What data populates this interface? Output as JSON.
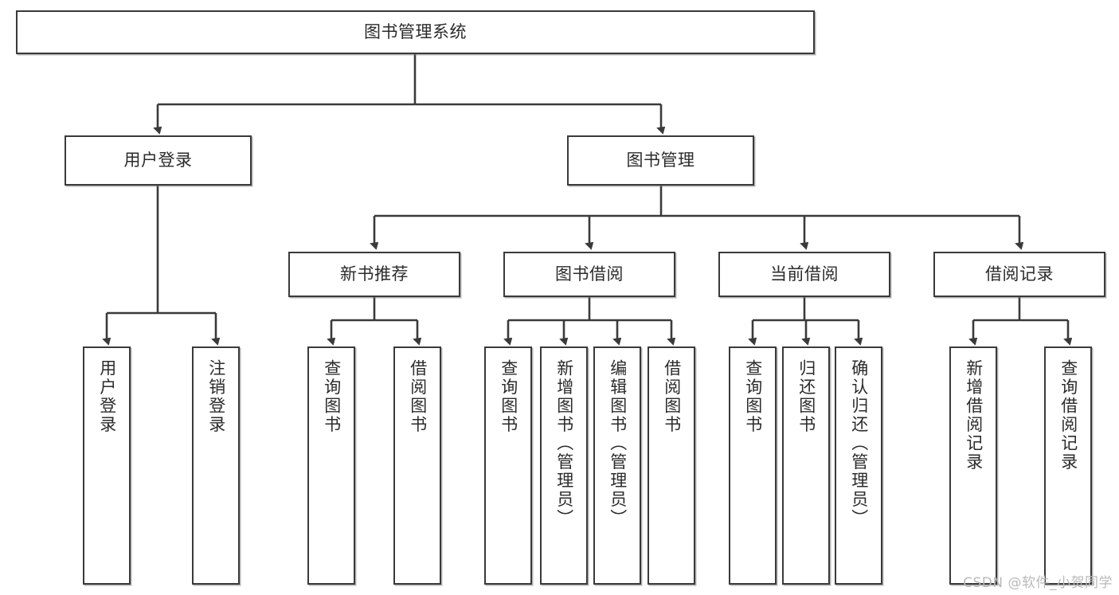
{
  "diagram": {
    "title": "图书管理系统",
    "type": "tree-hierarchy-chart",
    "orientation": "top-down",
    "colors": {
      "node_border": "#3a3a3a",
      "node_fill": "#ffffff",
      "edge": "#3a3a3a",
      "text": "#2b2b2b",
      "background": "#ffffff",
      "watermark": "#b9b9b9"
    }
  },
  "watermark": {
    "text": "CSDN @软件_小贺同学"
  },
  "nodes": {
    "root": {
      "label": "图书管理系统"
    },
    "level2": [
      {
        "label": "用户登录"
      },
      {
        "label": "图书管理"
      }
    ],
    "level3": [
      {
        "label": "新书推荐"
      },
      {
        "label": "图书借阅"
      },
      {
        "label": "当前借阅"
      },
      {
        "label": "借阅记录"
      }
    ],
    "leaves_user_login": [
      {
        "label": "用户登录"
      },
      {
        "label": "注销登录"
      }
    ],
    "leaves_new_book": [
      {
        "label": "查询图书"
      },
      {
        "label": "借阅图书"
      }
    ],
    "leaves_borrow": [
      {
        "label": "查询图书"
      },
      {
        "label": "新增图书（管理员）"
      },
      {
        "label": "编辑图书（管理员）"
      },
      {
        "label": "借阅图书"
      }
    ],
    "leaves_current": [
      {
        "label": "查询图书"
      },
      {
        "label": "归还图书"
      },
      {
        "label": "确认归还（管理员）"
      }
    ],
    "leaves_records": [
      {
        "label": "新增借阅记录"
      },
      {
        "label": "查询借阅记录"
      }
    ]
  }
}
